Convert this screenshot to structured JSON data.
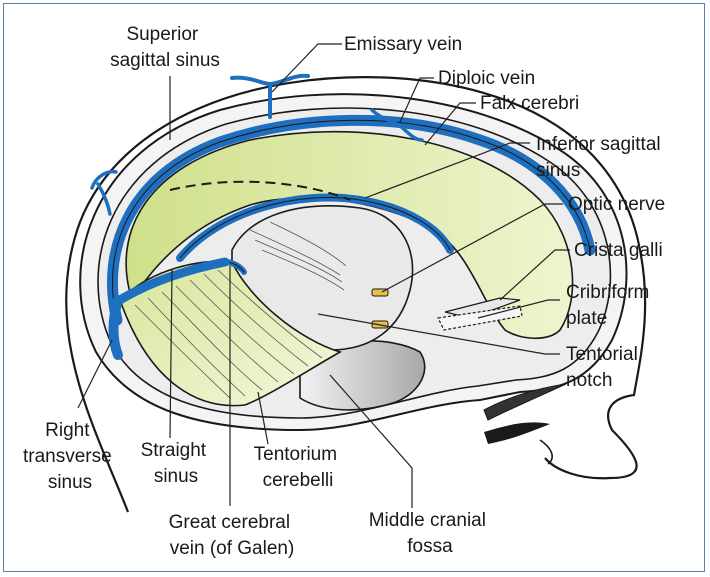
{
  "labels": {
    "superior_sagittal_sinus": [
      "Superior",
      "sagittal sinus"
    ],
    "emissary_vein": [
      "Emissary vein"
    ],
    "diploic_vein": [
      "Diploic vein"
    ],
    "falx_cerebri": [
      "Falx cerebri"
    ],
    "inferior_sagittal_sinus": [
      "Inferior sagittal",
      "sinus"
    ],
    "optic_nerve": [
      "Optic nerve"
    ],
    "crista_galli": [
      "Crista galli"
    ],
    "cribriform_plate": [
      "Cribriform",
      "plate"
    ],
    "tentorial_notch": [
      "Tentorial",
      "notch"
    ],
    "right_transverse_sinus": [
      "Right",
      "transverse",
      "sinus"
    ],
    "straight_sinus": [
      "Straight",
      "sinus"
    ],
    "tentorium_cerebelli": [
      "Tentorium",
      "cerebelli"
    ],
    "great_cerebral_vein": [
      "Great cerebral",
      "vein (of Galen)"
    ],
    "middle_cranial_fossa": [
      "Middle cranial",
      "fossa"
    ]
  },
  "colors": {
    "sinus_blue": "#1f6fc0",
    "falx_green": "#dde9a6",
    "tentorium_green": "#e4efb4",
    "fossa_gray": "#cfcfcf",
    "skull_gray": "#ededed",
    "outline": "#1a1a1a"
  }
}
